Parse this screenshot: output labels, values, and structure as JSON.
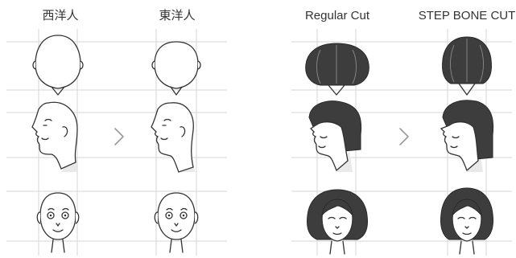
{
  "columns": {
    "western": "西洋人",
    "eastern": "東洋人",
    "regular_cut": "Regular Cut",
    "step_bone_cut": "STEP BONE CUT"
  },
  "rows": [
    "top-view",
    "side-view",
    "front-view"
  ],
  "colors": {
    "hair": "#3d3d3d",
    "grid": "#d6d6d6",
    "line": "#333333",
    "arrow": "#9a9a9a"
  }
}
